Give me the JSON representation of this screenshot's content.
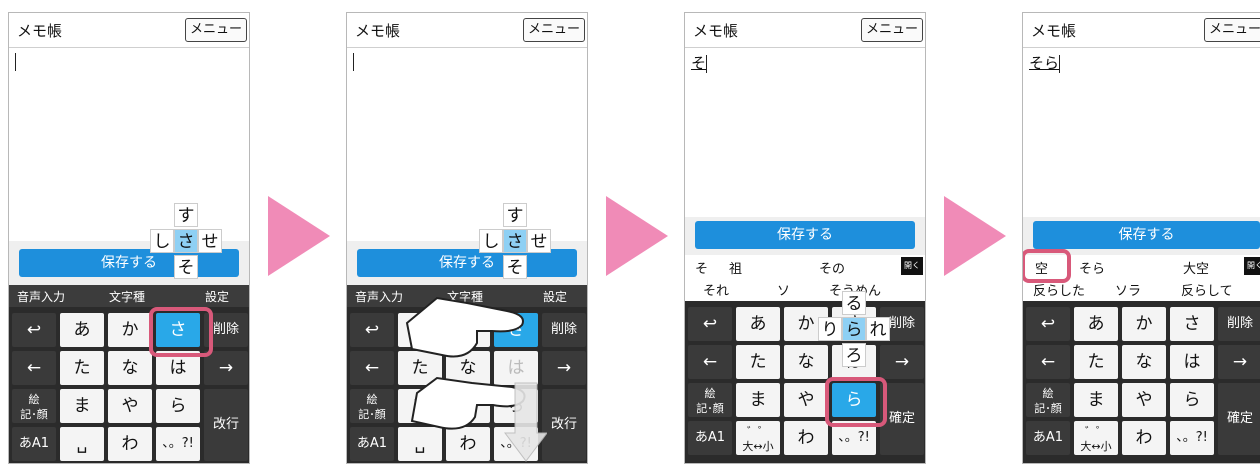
{
  "app_title": "メモ帳",
  "menu_label": "メニュー",
  "save_label": "保存する",
  "panel1": {
    "memo_text": "",
    "toolbar": {
      "voice": "音声入力",
      "char_type": "文字種",
      "settings": "設定"
    },
    "flick": {
      "top": "す",
      "left": "し",
      "center": "さ",
      "right": "せ",
      "bottom": "そ"
    }
  },
  "panel2": {
    "memo_text": "",
    "toolbar": {
      "voice": "音声入力",
      "char_type": "文字種",
      "settings": "設定"
    },
    "flick": {
      "top": "す",
      "left": "し",
      "center": "さ",
      "right": "せ",
      "bottom": "そ"
    }
  },
  "panel3": {
    "memo_text": "そ",
    "candidates_row1": [
      "そ",
      "祖",
      "その"
    ],
    "candidates_row2": [
      "それ",
      "ソ",
      "そうめん"
    ],
    "open_label": "開く",
    "flick": {
      "top": "る",
      "left": "り",
      "center": "ら",
      "right": "れ",
      "bottom": "ろ"
    }
  },
  "panel4": {
    "memo_text": "そら",
    "candidates_row1": [
      "空",
      "そら",
      "大空"
    ],
    "candidates_row2": [
      "反らした",
      "ソラ",
      "反らして"
    ],
    "open_label": "開く"
  },
  "keys": {
    "undo": "↩",
    "a": "あ",
    "ka": "か",
    "sa": "さ",
    "delete": "削除",
    "left": "←",
    "ta": "た",
    "na": "な",
    "ha": "は",
    "right": "→",
    "emoji": "絵\n記･顔",
    "ma": "ま",
    "ya": "や",
    "ra": "ら",
    "enter": "改行",
    "confirm": "確定",
    "mode": "あA1",
    "space": "␣",
    "wa": "わ",
    "punct": "、。?!",
    "dakuten": "゛゜\n大↔小"
  },
  "colors": {
    "accent": "#1e8fdc",
    "highlight": "#d8597a",
    "arrow": "#f08bb7"
  }
}
